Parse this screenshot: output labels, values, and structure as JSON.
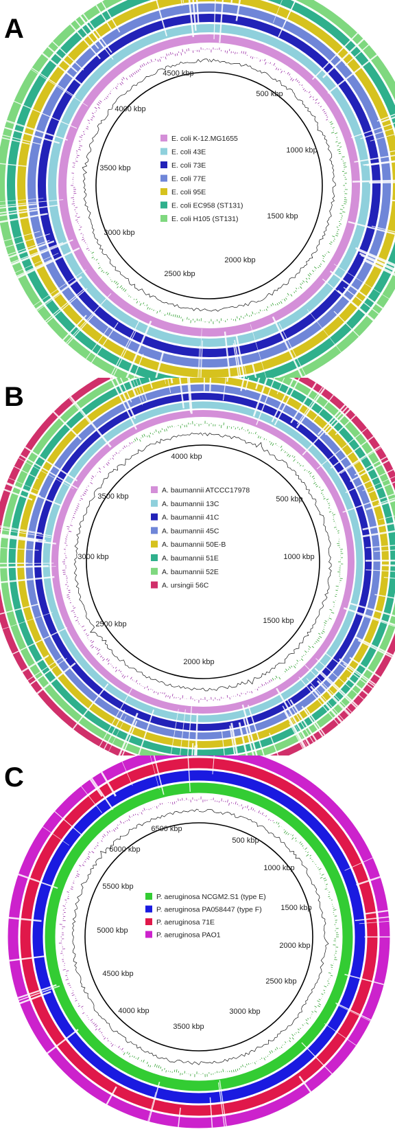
{
  "figure": {
    "panels": [
      {
        "letter": "A",
        "legend": [
          {
            "label": "E. coli K-12.MG1655",
            "color": "#d48fd8"
          },
          {
            "label": "E. coli 43E",
            "color": "#8fd0dc"
          },
          {
            "label": "E. coli 73E",
            "color": "#2222b8"
          },
          {
            "label": "E. coli 77E",
            "color": "#6f86d8"
          },
          {
            "label": "E. coli 95E",
            "color": "#d6c21e"
          },
          {
            "label": "E. coli EC958 (ST131)",
            "color": "#2fb08c"
          },
          {
            "label": "E. coli H105 (ST131)",
            "color": "#7fd87f"
          }
        ],
        "ticks": [
          {
            "label": "4500 kbp"
          },
          {
            "label": "500 kbp"
          },
          {
            "label": "4000 kbp"
          },
          {
            "label": "1000 kbp"
          },
          {
            "label": "3500 kbp"
          },
          {
            "label": "1500 kbp"
          },
          {
            "label": "3000 kbp"
          },
          {
            "label": "2000 kbp"
          },
          {
            "label": "2500 kbp"
          }
        ]
      },
      {
        "letter": "B",
        "legend": [
          {
            "label": "A. baumannii  ATCCC17978",
            "color": "#d48fd8"
          },
          {
            "label": "A. baumannii  13C",
            "color": "#8fd0dc"
          },
          {
            "label": "A. baumannii  41C",
            "color": "#2222b8"
          },
          {
            "label": "A. baumannii  45C",
            "color": "#6f86d8"
          },
          {
            "label": "A. baumannii  50E-B",
            "color": "#d6c21e"
          },
          {
            "label": "A. baumannii  51E",
            "color": "#2fb08c"
          },
          {
            "label": "A. baumannii  52E",
            "color": "#7fd87f"
          },
          {
            "label": "A. ursingii  56C",
            "color": "#d0306a"
          }
        ],
        "ticks": [
          {
            "label": "4000 kbp"
          },
          {
            "label": "3500 kbp"
          },
          {
            "label": "500 kbp"
          },
          {
            "label": "3000 kbp"
          },
          {
            "label": "1000 kbp"
          },
          {
            "label": "2500 kbp"
          },
          {
            "label": "1500 kbp"
          },
          {
            "label": "2000 kbp"
          }
        ]
      },
      {
        "letter": "C",
        "legend": [
          {
            "label": "P. aeruginosa NCGM2.S1 (type E)",
            "color": "#33cc33"
          },
          {
            "label": "P. aeruginosa PA058447 (type F)",
            "color": "#1a1ae0"
          },
          {
            "label": "P. aeruginosa 71E",
            "color": "#e0184a"
          },
          {
            "label": "P. aeruginosa PAO1",
            "color": "#cc22cc"
          }
        ],
        "ticks": [
          {
            "label": "6500 kbp"
          },
          {
            "label": "500 kbp"
          },
          {
            "label": "6000 kbp"
          },
          {
            "label": "1000 kbp"
          },
          {
            "label": "5500 kbp"
          },
          {
            "label": "1500 kbp"
          },
          {
            "label": "5000 kbp"
          },
          {
            "label": "2000 kbp"
          },
          {
            "label": "4500 kbp"
          },
          {
            "label": "2500 kbp"
          },
          {
            "label": "4000 kbp"
          },
          {
            "label": "3000 kbp"
          },
          {
            "label": "3500 kbp"
          }
        ]
      }
    ]
  }
}
